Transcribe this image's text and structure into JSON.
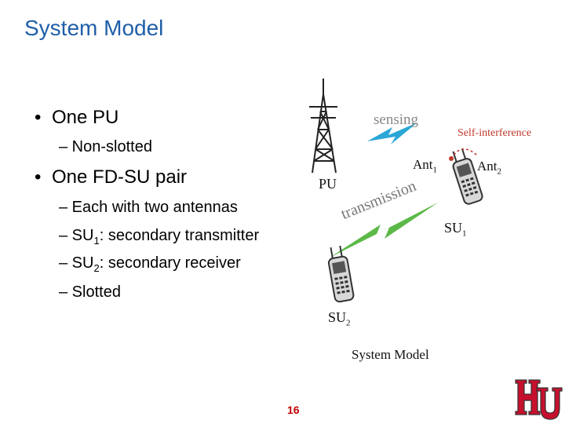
{
  "slide": {
    "title": "System Model",
    "page_number": "16"
  },
  "bullets": [
    {
      "text": "One PU",
      "subs": [
        {
          "text": "– Non-slotted"
        }
      ]
    },
    {
      "text": "One FD-SU pair",
      "subs": [
        {
          "text": "– Each with two antennas"
        },
        {
          "prefix": "– SU",
          "subscript": "1",
          "suffix": ": secondary transmitter"
        },
        {
          "prefix": "– SU",
          "subscript": "2",
          "suffix": ": secondary receiver"
        },
        {
          "text": "– Slotted"
        }
      ]
    }
  ],
  "bullet_glyph": "•",
  "figure": {
    "pu_label": "PU",
    "sensing_label": "sensing",
    "self_interference_label": "Self-interference",
    "ant1_label": "Ant",
    "ant1_sub": "1",
    "ant2_label": "Ant",
    "ant2_sub": "2",
    "transmission_label": "transmission",
    "su1_label": "SU",
    "su1_sub": "1",
    "su2_label": "SU",
    "su2_sub": "2",
    "caption": "System Model"
  },
  "colors": {
    "title": "#1f5fa8",
    "lightning": "#2aa7d6",
    "lightning_green": "#5cb847",
    "self_interference": "#c0392b",
    "page_number": "#c00000",
    "logo_red": "#c8102e"
  },
  "icons": [
    "cell-tower-icon",
    "phone-icon",
    "lightning-icon",
    "university-logo"
  ]
}
